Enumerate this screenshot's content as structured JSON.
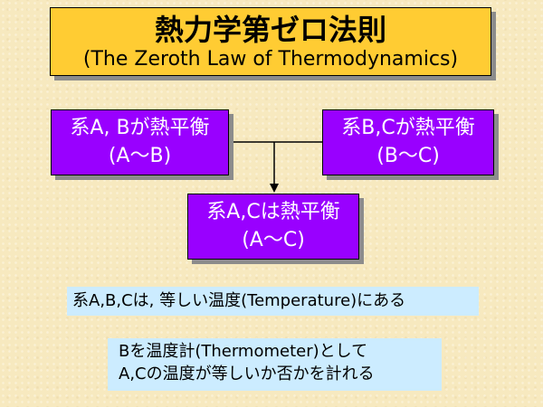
{
  "title": {
    "main": "熱力学第ゼロ法則",
    "sub": "(The Zeroth Law of Thermodynamics)"
  },
  "boxes": {
    "ab": {
      "line1": "系A, Bが熱平衡",
      "line2": "(A～B)"
    },
    "bc": {
      "line1": "系B,Cが熱平衡",
      "line2": "(B～C)"
    },
    "ac": {
      "line1": "系A,Cは熱平衡",
      "line2": "(A～C)"
    }
  },
  "notes": {
    "temperature": "系A,B,Cは, 等しい温度(Temperature)にある",
    "thermometer_line1": "Bを温度計(Thermometer)として",
    "thermometer_line2": "A,Cの温度が等しいか否かを計れる"
  },
  "colors": {
    "background": "#f7e9bf",
    "title_fill": "#ffcc33",
    "box_fill": "#9900ff",
    "note_fill": "#ccecff"
  }
}
